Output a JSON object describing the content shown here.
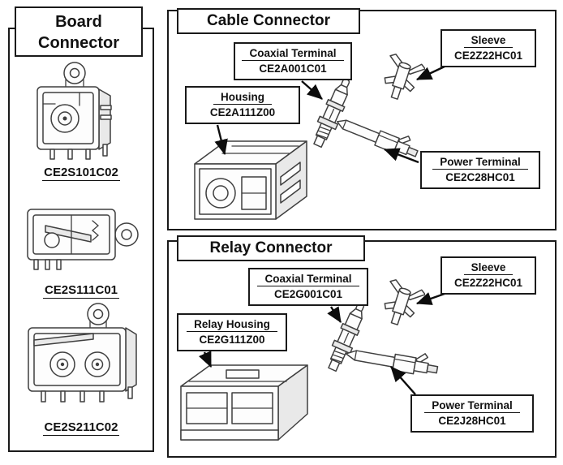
{
  "board_connector": {
    "title": "Board Connector",
    "parts": [
      {
        "part_number": "CE2S101C02"
      },
      {
        "part_number": "CE2S111C01"
      },
      {
        "part_number": "CE2S211C02"
      }
    ]
  },
  "cable_connector": {
    "title": "Cable Connector",
    "labels": [
      {
        "name": "Coaxial Terminal",
        "part_number": "CE2A001C01"
      },
      {
        "name": "Sleeve",
        "part_number": "CE2Z22HC01"
      },
      {
        "name": "Housing",
        "part_number": "CE2A111Z00"
      },
      {
        "name": "Power Terminal",
        "part_number": "CE2C28HC01"
      }
    ]
  },
  "relay_connector": {
    "title": "Relay Connector",
    "labels": [
      {
        "name": "Coaxial Terminal",
        "part_number": "CE2G001C01"
      },
      {
        "name": "Sleeve",
        "part_number": "CE2Z22HC01"
      },
      {
        "name": "Relay Housing",
        "part_number": "CE2G111Z00"
      },
      {
        "name": "Power Terminal",
        "part_number": "CE2J28HC01"
      }
    ]
  },
  "colors": {
    "line": "#1a1a1a",
    "part_stroke": "#3f3f3f",
    "background": "#ffffff"
  }
}
